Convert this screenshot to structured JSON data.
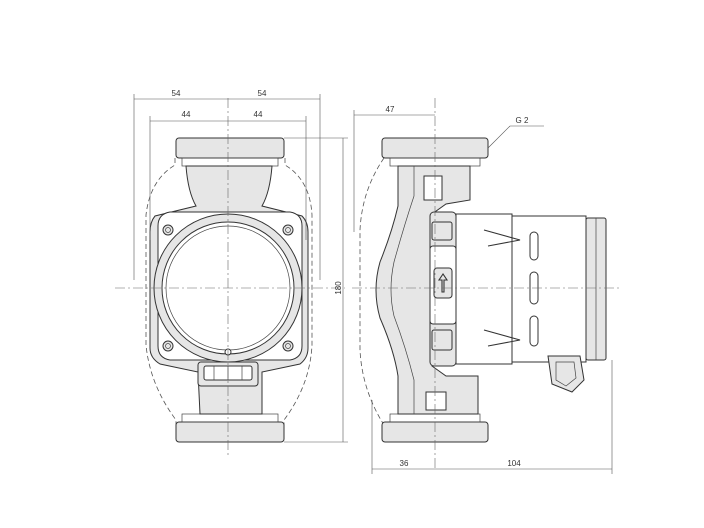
{
  "front_view": {
    "dim_outer_left": "54",
    "dim_outer_right": "54",
    "dim_inner_left": "44",
    "dim_inner_right": "44",
    "dim_height": "180"
  },
  "side_view": {
    "dim_top": "47",
    "dim_bottom_left": "36",
    "dim_bottom_right": "104",
    "thread_label": "G 2"
  }
}
